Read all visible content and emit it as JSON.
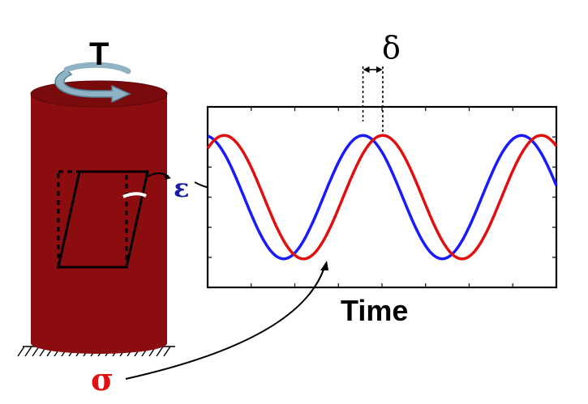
{
  "torque_label": "T",
  "strain_label": "ε",
  "stress_label": "σ",
  "phase_lag_label": "δ",
  "xaxis_label": "Time",
  "colors": {
    "cylinder": "#8b0d0f",
    "cylinder_top": "#7a0b0d",
    "arrow": "#8fb3c4",
    "strain_curve": "#1a1aff",
    "stress_curve": "#e01010",
    "strain_label": "#1a1aa8",
    "stress_label": "#e01010",
    "line": "#000000"
  },
  "chart_data": {
    "type": "line",
    "xlabel": "Time",
    "ylabel": "",
    "title": "",
    "grid": false,
    "x_range_periods": [
      0,
      2.2
    ],
    "y_range": [
      -1.2,
      1.2
    ],
    "series": [
      {
        "key": "strain",
        "amplitude": 1.0,
        "phase_lag_fraction": 0.0
      },
      {
        "key": "stress",
        "amplitude": 1.0,
        "phase_lag_fraction": 0.125
      }
    ]
  }
}
